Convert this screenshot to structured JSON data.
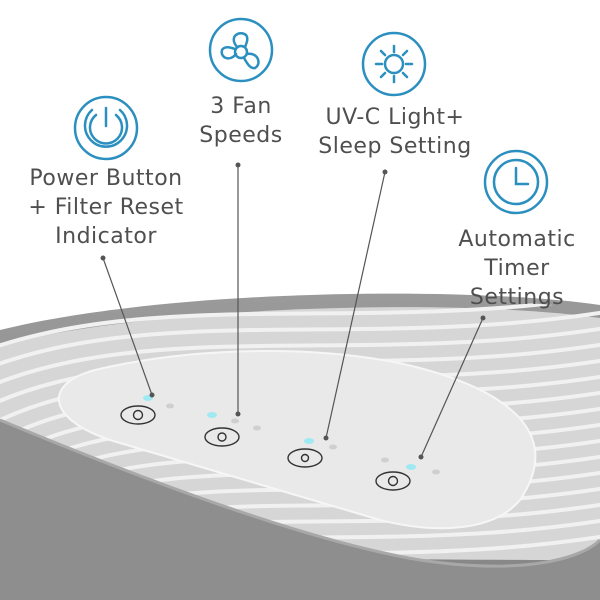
{
  "accent_color": "#2b8fbf",
  "text_color": "#4f4f4f",
  "features": [
    {
      "icon": "power-icon",
      "lines": [
        "Power Button",
        "+ Filter Reset",
        "Indicator"
      ]
    },
    {
      "icon": "fan-icon",
      "lines": [
        "3 Fan",
        "Speeds"
      ]
    },
    {
      "icon": "sun-icon",
      "lines": [
        "UV-C Light+",
        "Sleep Setting"
      ]
    },
    {
      "icon": "clock-icon",
      "lines": [
        "Automatic",
        "Timer",
        "Settings"
      ]
    }
  ],
  "panel_buttons": [
    "power-icon",
    "fan-icon",
    "sun-icon",
    "timer-icon"
  ]
}
